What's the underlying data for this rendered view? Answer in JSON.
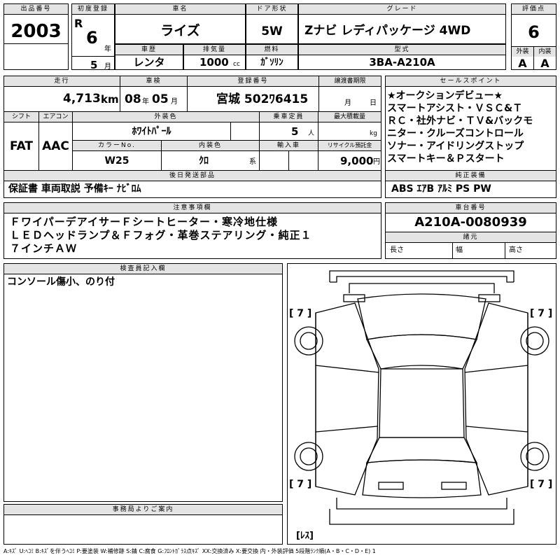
{
  "top": {
    "lot": {
      "label": "出品番号",
      "value": "2003"
    },
    "first_reg": {
      "label": "初度登録",
      "era": "R",
      "year": "6",
      "year_unit": "年",
      "month": "5",
      "month_unit": "月"
    },
    "model_name": {
      "label": "車名",
      "value": "ライズ"
    },
    "door": {
      "label": "ドア形状",
      "value": "5W"
    },
    "grade": {
      "label": "グレード",
      "value": "Zナビ レディパッケージ 4WD"
    },
    "score": {
      "label": "評価点",
      "value": "6"
    },
    "history": {
      "label": "車歴",
      "value": "レンタ"
    },
    "displacement": {
      "label": "排気量",
      "value": "1000",
      "unit": "cc"
    },
    "fuel": {
      "label": "燃料",
      "value": "ｶﾞｿﾘﾝ"
    },
    "model_code": {
      "label": "型式",
      "value": "3BA-A210A"
    },
    "exterior_grade": {
      "label": "外装",
      "value": "A"
    },
    "interior_grade": {
      "label": "内装",
      "value": "A"
    }
  },
  "mid": {
    "mileage": {
      "label": "走行",
      "value": "4,713",
      "unit": "km"
    },
    "inspection": {
      "label": "車検",
      "year": "08",
      "year_unit": "年",
      "month": "05",
      "month_unit": "月"
    },
    "plate": {
      "label": "登録番号",
      "value": "宮城 502ﾜ6415"
    },
    "transfer_deadline": {
      "label": "譲渡書期限",
      "month_unit": "月",
      "day_unit": "日"
    },
    "shift": {
      "label": "シフト",
      "value": "FAT"
    },
    "aircon": {
      "label": "エアコン",
      "value": "AAC"
    },
    "exterior_color": {
      "label": "外装色",
      "value": "ﾎﾜｲﾄﾊﾟｰﾙ"
    },
    "capacity": {
      "label": "乗車定員",
      "value": "5",
      "unit": "人"
    },
    "max_load": {
      "label": "最大積載量",
      "unit": "kg"
    },
    "color_no": {
      "label": "カラーNo.",
      "value": "W25"
    },
    "interior_color": {
      "label": "内装色",
      "value": "ｸﾛ",
      "unit": "系"
    },
    "import": {
      "label": "輸入車"
    },
    "recycle": {
      "label": "リサイクル預託金",
      "value": "9,000",
      "unit": "円"
    },
    "later_items": {
      "label": "後日発送部品",
      "value": "保証書 車両取説 予備ｷｰ ﾅﾋﾞﾛﾑ"
    }
  },
  "sales_points": {
    "label": "セールスポイント",
    "lines": [
      "★オークションデビュー★",
      "スマートアシスト・ＶＳＣ&Ｔ",
      "ＲＣ・社外ナビ・ＴＶ&バックモ",
      "ニター・クルーズコントロール",
      "ソナー・アイドリングストップ",
      "スマートキー＆Ｐスタート"
    ]
  },
  "genuine": {
    "label": "純正装備",
    "value": "ABS ｴｱB ｱﾙﾐ PS PW"
  },
  "notes": {
    "label": "注意事項欄",
    "lines": [
      "ＦワイパーデアイサーＦシートヒーター・寒冷地仕様",
      "ＬＥＤヘッドランプ＆Ｆフォグ・革巻ステアリング・純正１",
      "７インチＡＷ"
    ]
  },
  "chassis": {
    "label": "車台番号",
    "value": "A210A-0080939"
  },
  "dimensions": {
    "label": "諸元",
    "length": "長さ",
    "width": "幅",
    "height": "高さ"
  },
  "inspector": {
    "label": "検査員記入欄",
    "value": "コンソール傷小、のり付"
  },
  "office": {
    "label": "事務局よりご案内"
  },
  "diagram": {
    "markers": [
      "[ 7 ]",
      "[ 7 ]",
      "[ 7 ]",
      "[ 7 ]"
    ],
    "bottom": "[ﾚｽ]"
  },
  "legend": "A:ｷｽﾞ U:ﾍｺﾐ B:ｷｽﾞを伴うﾍｺﾐ P:要塗装 W:補修跡 S:錆 C:腐食 G:ﾌﾛﾝﾄｶﾞﾗｽ点ｷｽﾞ XX:交換済み X:要交換 内・外装評価 5段階ﾗﾝｸ順(A・B・C・D・E) 1"
}
